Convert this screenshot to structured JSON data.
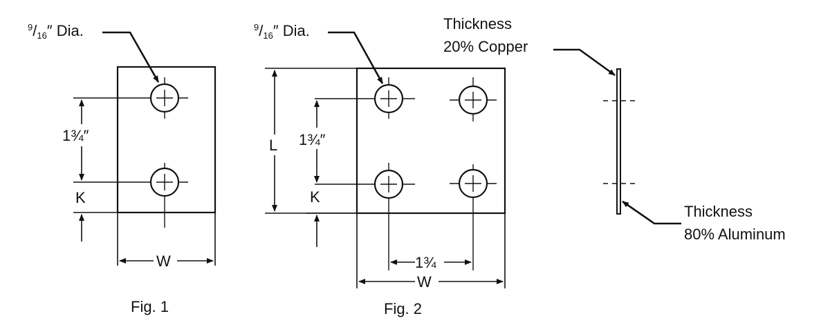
{
  "fig1": {
    "dia_numerator": "9",
    "dia_slash": "/",
    "dia_denominator": "16",
    "dia_suffix": "″ Dia.",
    "spacing": "1¾″",
    "k": "K",
    "w": "W",
    "caption": "Fig. 1"
  },
  "fig2": {
    "dia_numerator": "9",
    "dia_slash": "/",
    "dia_denominator": "16",
    "dia_suffix": "″ Dia.",
    "l": "L",
    "spacing": "1¾″",
    "k": "K",
    "h_spacing": "1¾",
    "w": "W",
    "caption": "Fig. 2"
  },
  "edge_view": {
    "top_line1": "Thickness",
    "top_line2": "20% Copper",
    "bottom_line1": "Thickness",
    "bottom_line2": "80% Aluminum"
  }
}
